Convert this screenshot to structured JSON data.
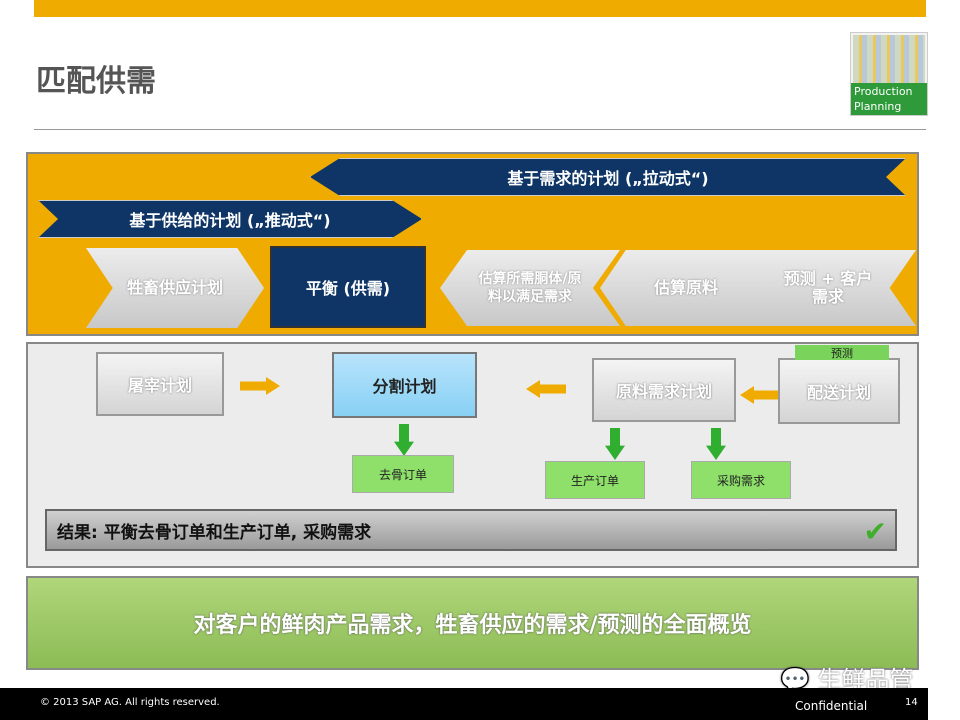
{
  "title": "匹配供需",
  "thumbnail": {
    "label": "Production Planning"
  },
  "bands": {
    "pull": "基于需求的计划 („拉动式“)",
    "push": "基于供给的计划 („推动式“)"
  },
  "chevrons": [
    "牲畜供应计划",
    "平衡 (供需)",
    "估算所需胴体/原料以满足需求",
    "估算原料",
    "预测 + 客户需求"
  ],
  "boxes": {
    "slaughter": "屠宰计划",
    "split": "分割计划",
    "material": "原料需求计划",
    "delivery": "配送计划",
    "forecast_tag": "预测"
  },
  "outputs": {
    "deboning": "去骨订单",
    "production": "生产订单",
    "purchase": "采购需求"
  },
  "result": "结果: 平衡去骨订单和生产订单, 采购需求",
  "summary": "对客户的鲜肉产品需求，牲畜供应的需求/预测的全面概览",
  "footer": {
    "copyright": "© 2013 SAP AG. All rights reserved.",
    "confidential": "Confidential",
    "page": "14"
  },
  "watermark": "生鲜品管"
}
